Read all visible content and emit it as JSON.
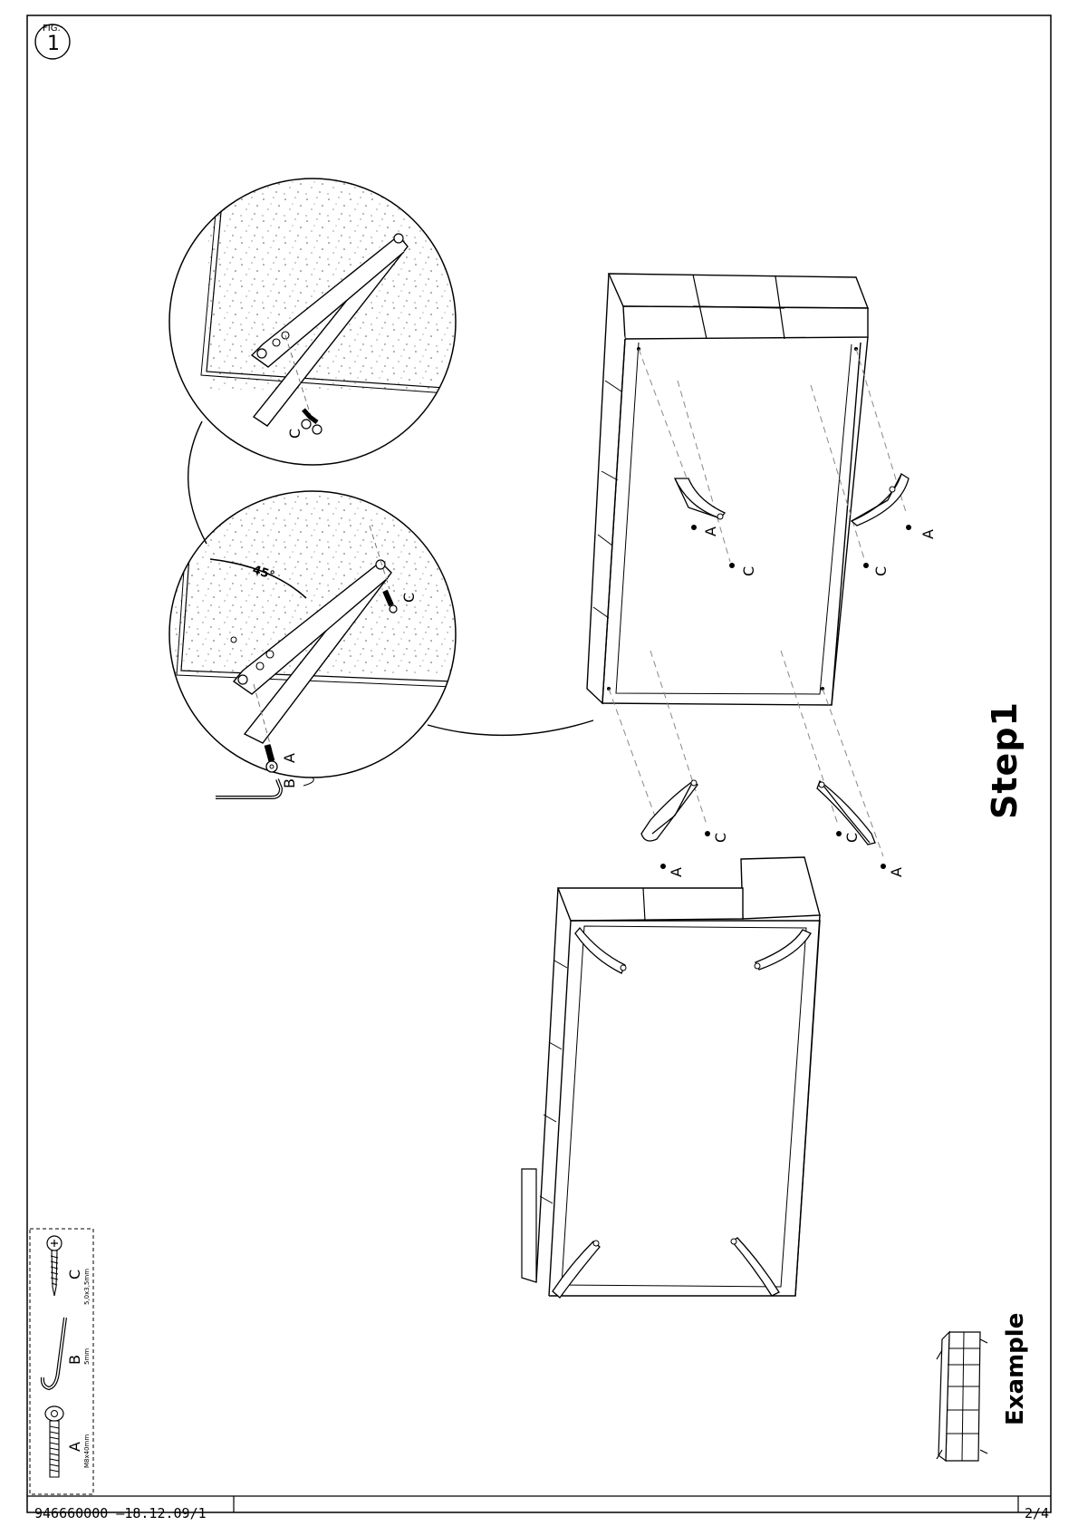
{
  "document": {
    "step_title": "Step1",
    "example_label": "Example",
    "document_code": "946660000 –18.12.09/1",
    "page_number": "2/4",
    "figure": {
      "label": "FIG.",
      "number": "1"
    },
    "angle_label": "45°"
  },
  "parts": [
    {
      "letter": "A",
      "spec": "M8x40mm"
    },
    {
      "letter": "B",
      "spec": "5mm"
    },
    {
      "letter": "C",
      "spec": "5,0x3,5mm"
    }
  ],
  "callouts": {
    "screw_a": "A",
    "hex_key_b": "B",
    "screw_c": "C"
  }
}
